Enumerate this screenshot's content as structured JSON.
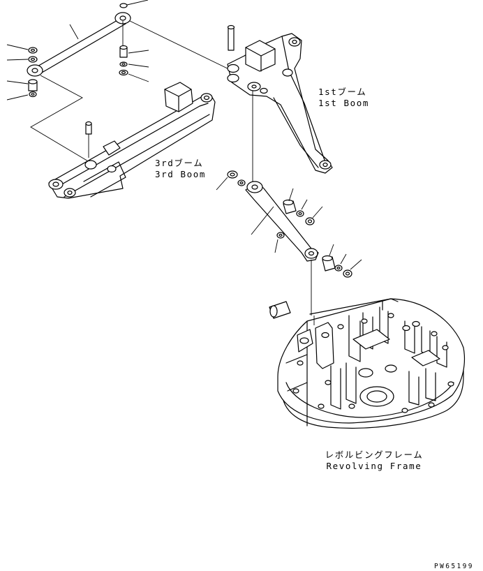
{
  "labels": {
    "first_boom_jp": "1stブーム",
    "first_boom_en": "1st Boom",
    "third_boom_jp": "3rdブーム",
    "third_boom_en": "3rd Boom",
    "revolving_frame_jp": "レボルビングフレーム",
    "revolving_frame_en": "Revolving Frame"
  },
  "drawing_code": "PW65199"
}
